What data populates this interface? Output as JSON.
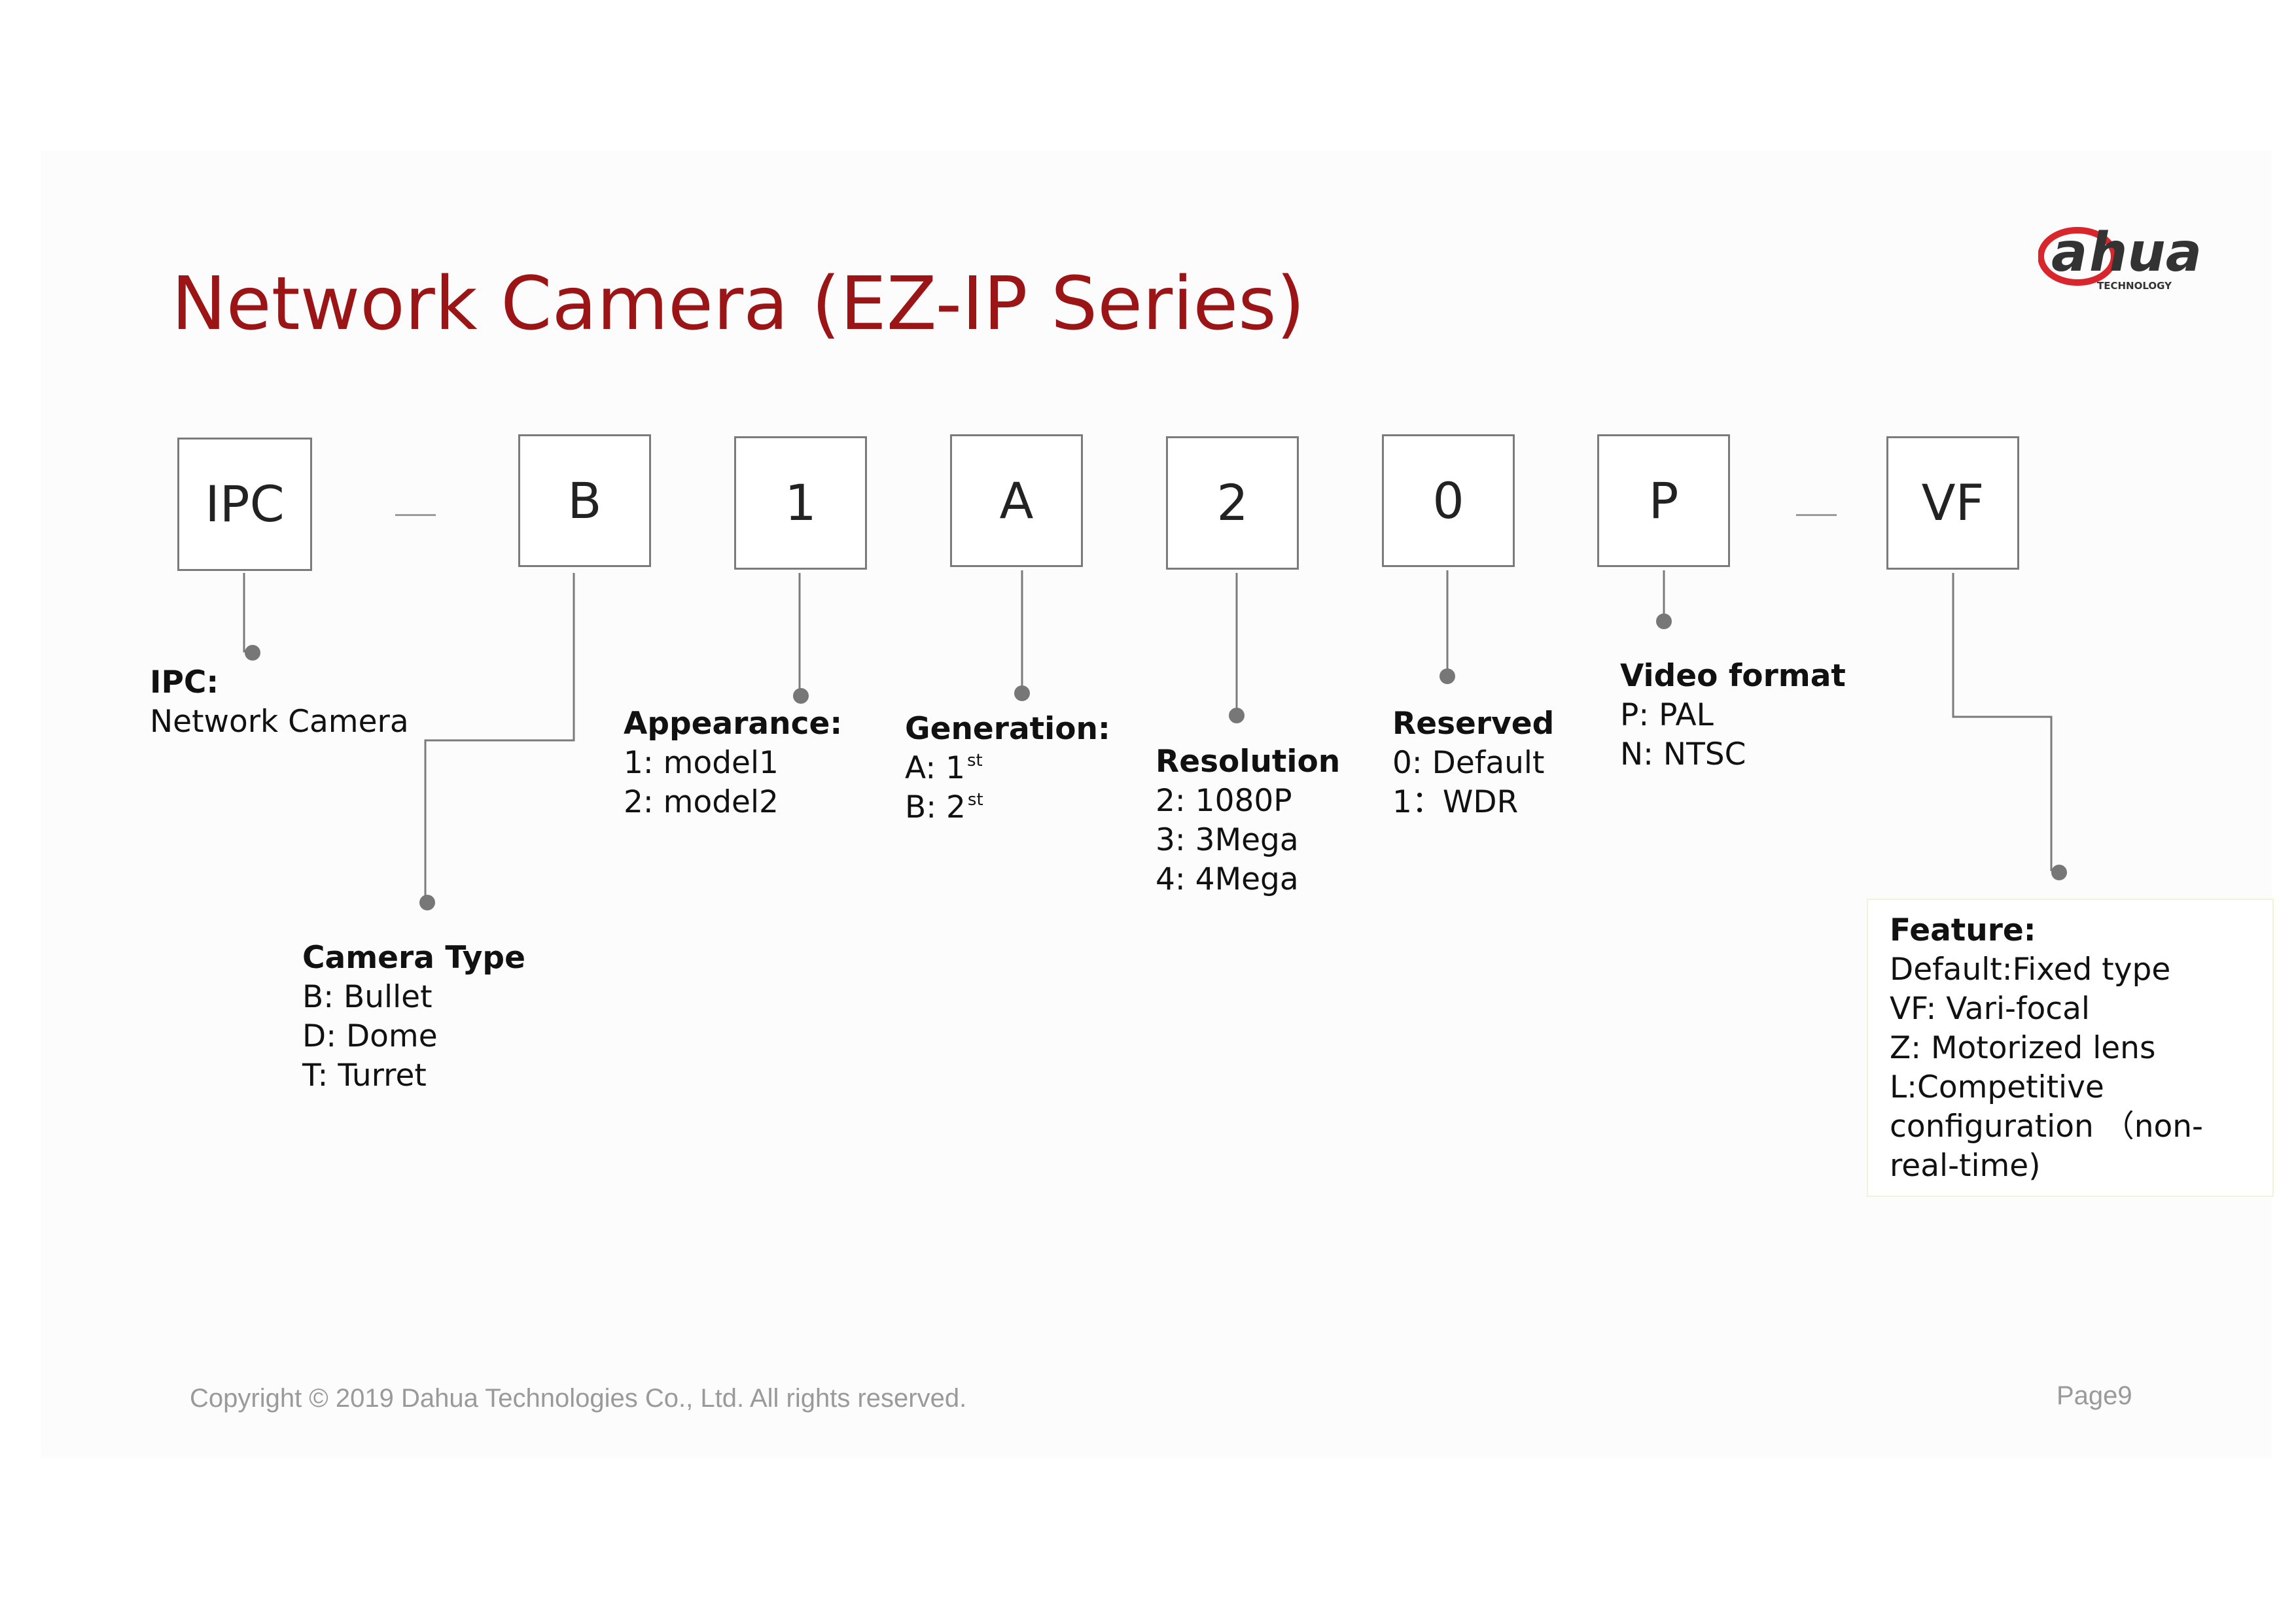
{
  "title": "Network Camera (EZ-IP Series)",
  "logo": {
    "text": "alhua",
    "sub": "TECHNOLOGY",
    "accent": "#d8262c"
  },
  "segments": [
    "IPC",
    "B",
    "1",
    "A",
    "2",
    "0",
    "P",
    "VF"
  ],
  "separator": "—",
  "labels": {
    "ipc": {
      "heading": "IPC:",
      "lines": [
        "Network Camera"
      ]
    },
    "camera_type": {
      "heading": "Camera Type",
      "lines": [
        "B: Bullet",
        "D: Dome",
        "T: Turret"
      ]
    },
    "appearance": {
      "heading": "Appearance:",
      "lines": [
        "1: model1",
        "2: model2"
      ]
    },
    "generation": {
      "heading": "Generation:",
      "lines": [
        {
          "prefix": "A: 1",
          "sup": "st"
        },
        {
          "prefix": "B: 2",
          "sup": "st"
        }
      ]
    },
    "resolution": {
      "heading": "Resolution",
      "lines": [
        "2: 1080P",
        "3: 3Mega",
        "4: 4Mega"
      ]
    },
    "reserved": {
      "heading": "Reserved",
      "lines": [
        "0: Default",
        "1：WDR"
      ]
    },
    "video_format": {
      "heading": "Video format",
      "lines": [
        "P: PAL",
        "N: NTSC"
      ]
    },
    "feature": {
      "heading": "Feature:",
      "lines": [
        "Default:Fixed type",
        "VF: Vari-focal",
        "Z: Motorized lens",
        "L:Competitive",
        "configuration （non-",
        "real-time)"
      ]
    }
  },
  "footer": {
    "copyright": "Copyright © 2019 Dahua Technologies Co., Ltd. All rights reserved.",
    "page": "Page9"
  },
  "colors": {
    "title": "#9b1416",
    "line": "#7b7b7b",
    "dot": "#777777"
  }
}
